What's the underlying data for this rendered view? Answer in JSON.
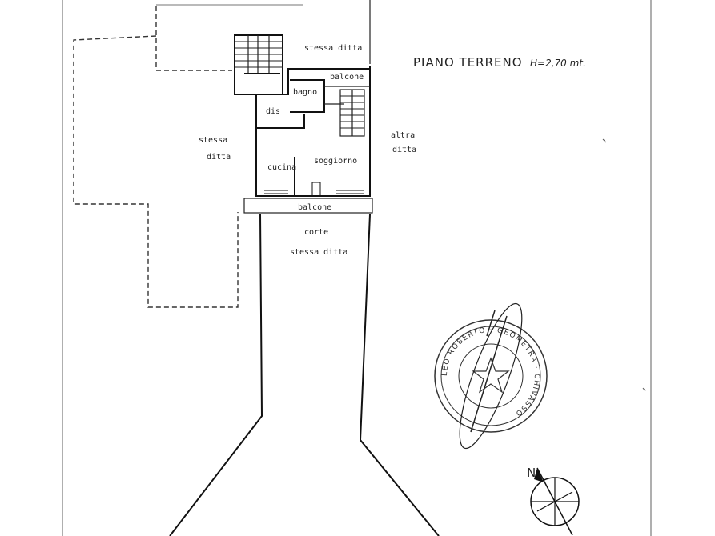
{
  "title": "PIANO TERRENO",
  "height_note": "H=2,70 mt.",
  "rooms": {
    "bagno": "bagno",
    "disimpegno": "dis",
    "cucina": "cucina",
    "soggiorno": "soggiorno"
  },
  "balconies": {
    "upper": "balcone",
    "lower": "balcone"
  },
  "neighbors": {
    "top": "stessa ditta",
    "left_line1": "stessa",
    "left_line2": "ditta",
    "right_line1": "altra",
    "right_line2": "ditta",
    "court_line1": "corte",
    "court_line2": "stessa ditta"
  },
  "seal": {
    "outer_text": "LEO ROBERTO · GEOMETRA · CHIVASSO"
  },
  "north_label": "N"
}
